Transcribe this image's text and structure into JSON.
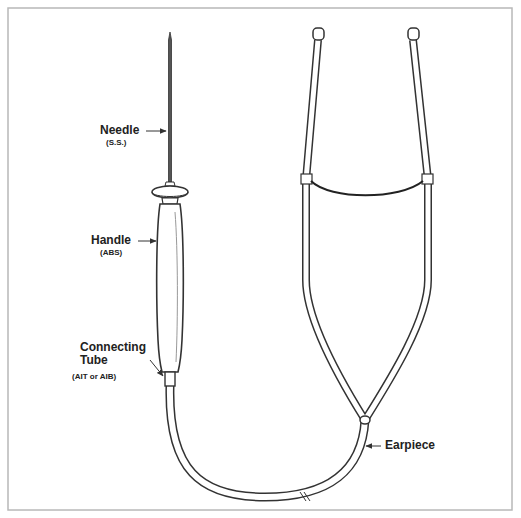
{
  "diagram": {
    "labels": [
      "Needle",
      "(S.S.)",
      "Handle",
      "(ABS)",
      "Connecting Tube",
      "(AIT or AIB)",
      "Earpiece"
    ]
  }
}
